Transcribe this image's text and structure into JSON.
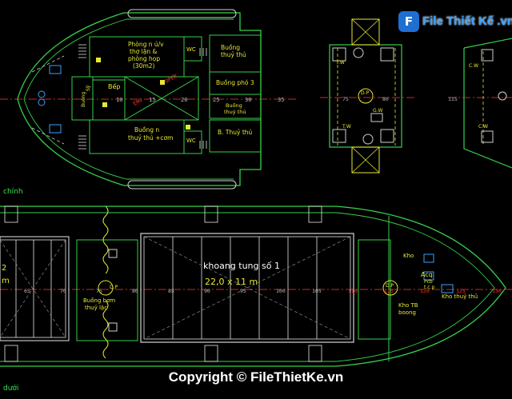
{
  "watermark": {
    "logo_mark": "F",
    "logo_text": "File Thiết Kế .vn",
    "copyright": "Copyright © FileThietKe.vn"
  },
  "top_plan": {
    "rooms": {
      "officer_room": [
        "Phòng n ú/v",
        "thợ lặn &",
        "phòng họp",
        "(30m2)"
      ],
      "wc_upper": "WC",
      "wc_lower": "WC",
      "crew_upper": [
        "Buồng",
        "thuỷ thủ"
      ],
      "crew_mid": "Buồng phó 3",
      "crew_right": [
        "Buồng",
        "thuỷ thủ"
      ],
      "crew_lower_right": "B. Thuỷ thủ",
      "galley": "Bếp",
      "engine": "ENG",
      "open": "OPEN",
      "dining": [
        "Buồng n",
        "thuỷ thủ +cơm"
      ],
      "side_room": [
        "Buồng",
        "Sỹ"
      ]
    },
    "frame_ticks": [
      "10",
      "15",
      "20",
      "25",
      "30",
      "35"
    ]
  },
  "side_plan": {
    "label_tw_top": "T.W",
    "label_tw_bottom": "T.W",
    "label_gw": "G.W",
    "label_dp": "D.P",
    "ticks": [
      "75",
      "80"
    ]
  },
  "far_plan": {
    "label_cw_top": "C.W",
    "label_cw_bottom": "C.W",
    "tick": "115"
  },
  "bottom_plan": {
    "section_label_top": "chính",
    "section_label_bottom": "dưới",
    "hold_title": "khoang tung số 1",
    "hold_dims": "22,0 x 11 m",
    "left_cut_a": "2",
    "left_cut_b": "m",
    "room_fridge": [
      "Buồng bơm",
      "thuỷ lặc"
    ],
    "dp_mid": "D.P",
    "dp_front": "D.P",
    "store_kho": "Kho",
    "store_bow": "Kho thuỷ thủ",
    "store_tb": [
      "Kho TB",
      "boong"
    ],
    "mark_aco": "Acq",
    "mark_pcb": [
      "Pcb",
      "t.c.p"
    ],
    "frame_ticks": [
      "65",
      "70",
      "75",
      "80",
      "85",
      "90",
      "95",
      "100",
      "105",
      "110",
      "115",
      "120",
      "125",
      "130"
    ],
    "red_ticks": [
      "110",
      "115",
      "120",
      "125",
      "130"
    ]
  }
}
